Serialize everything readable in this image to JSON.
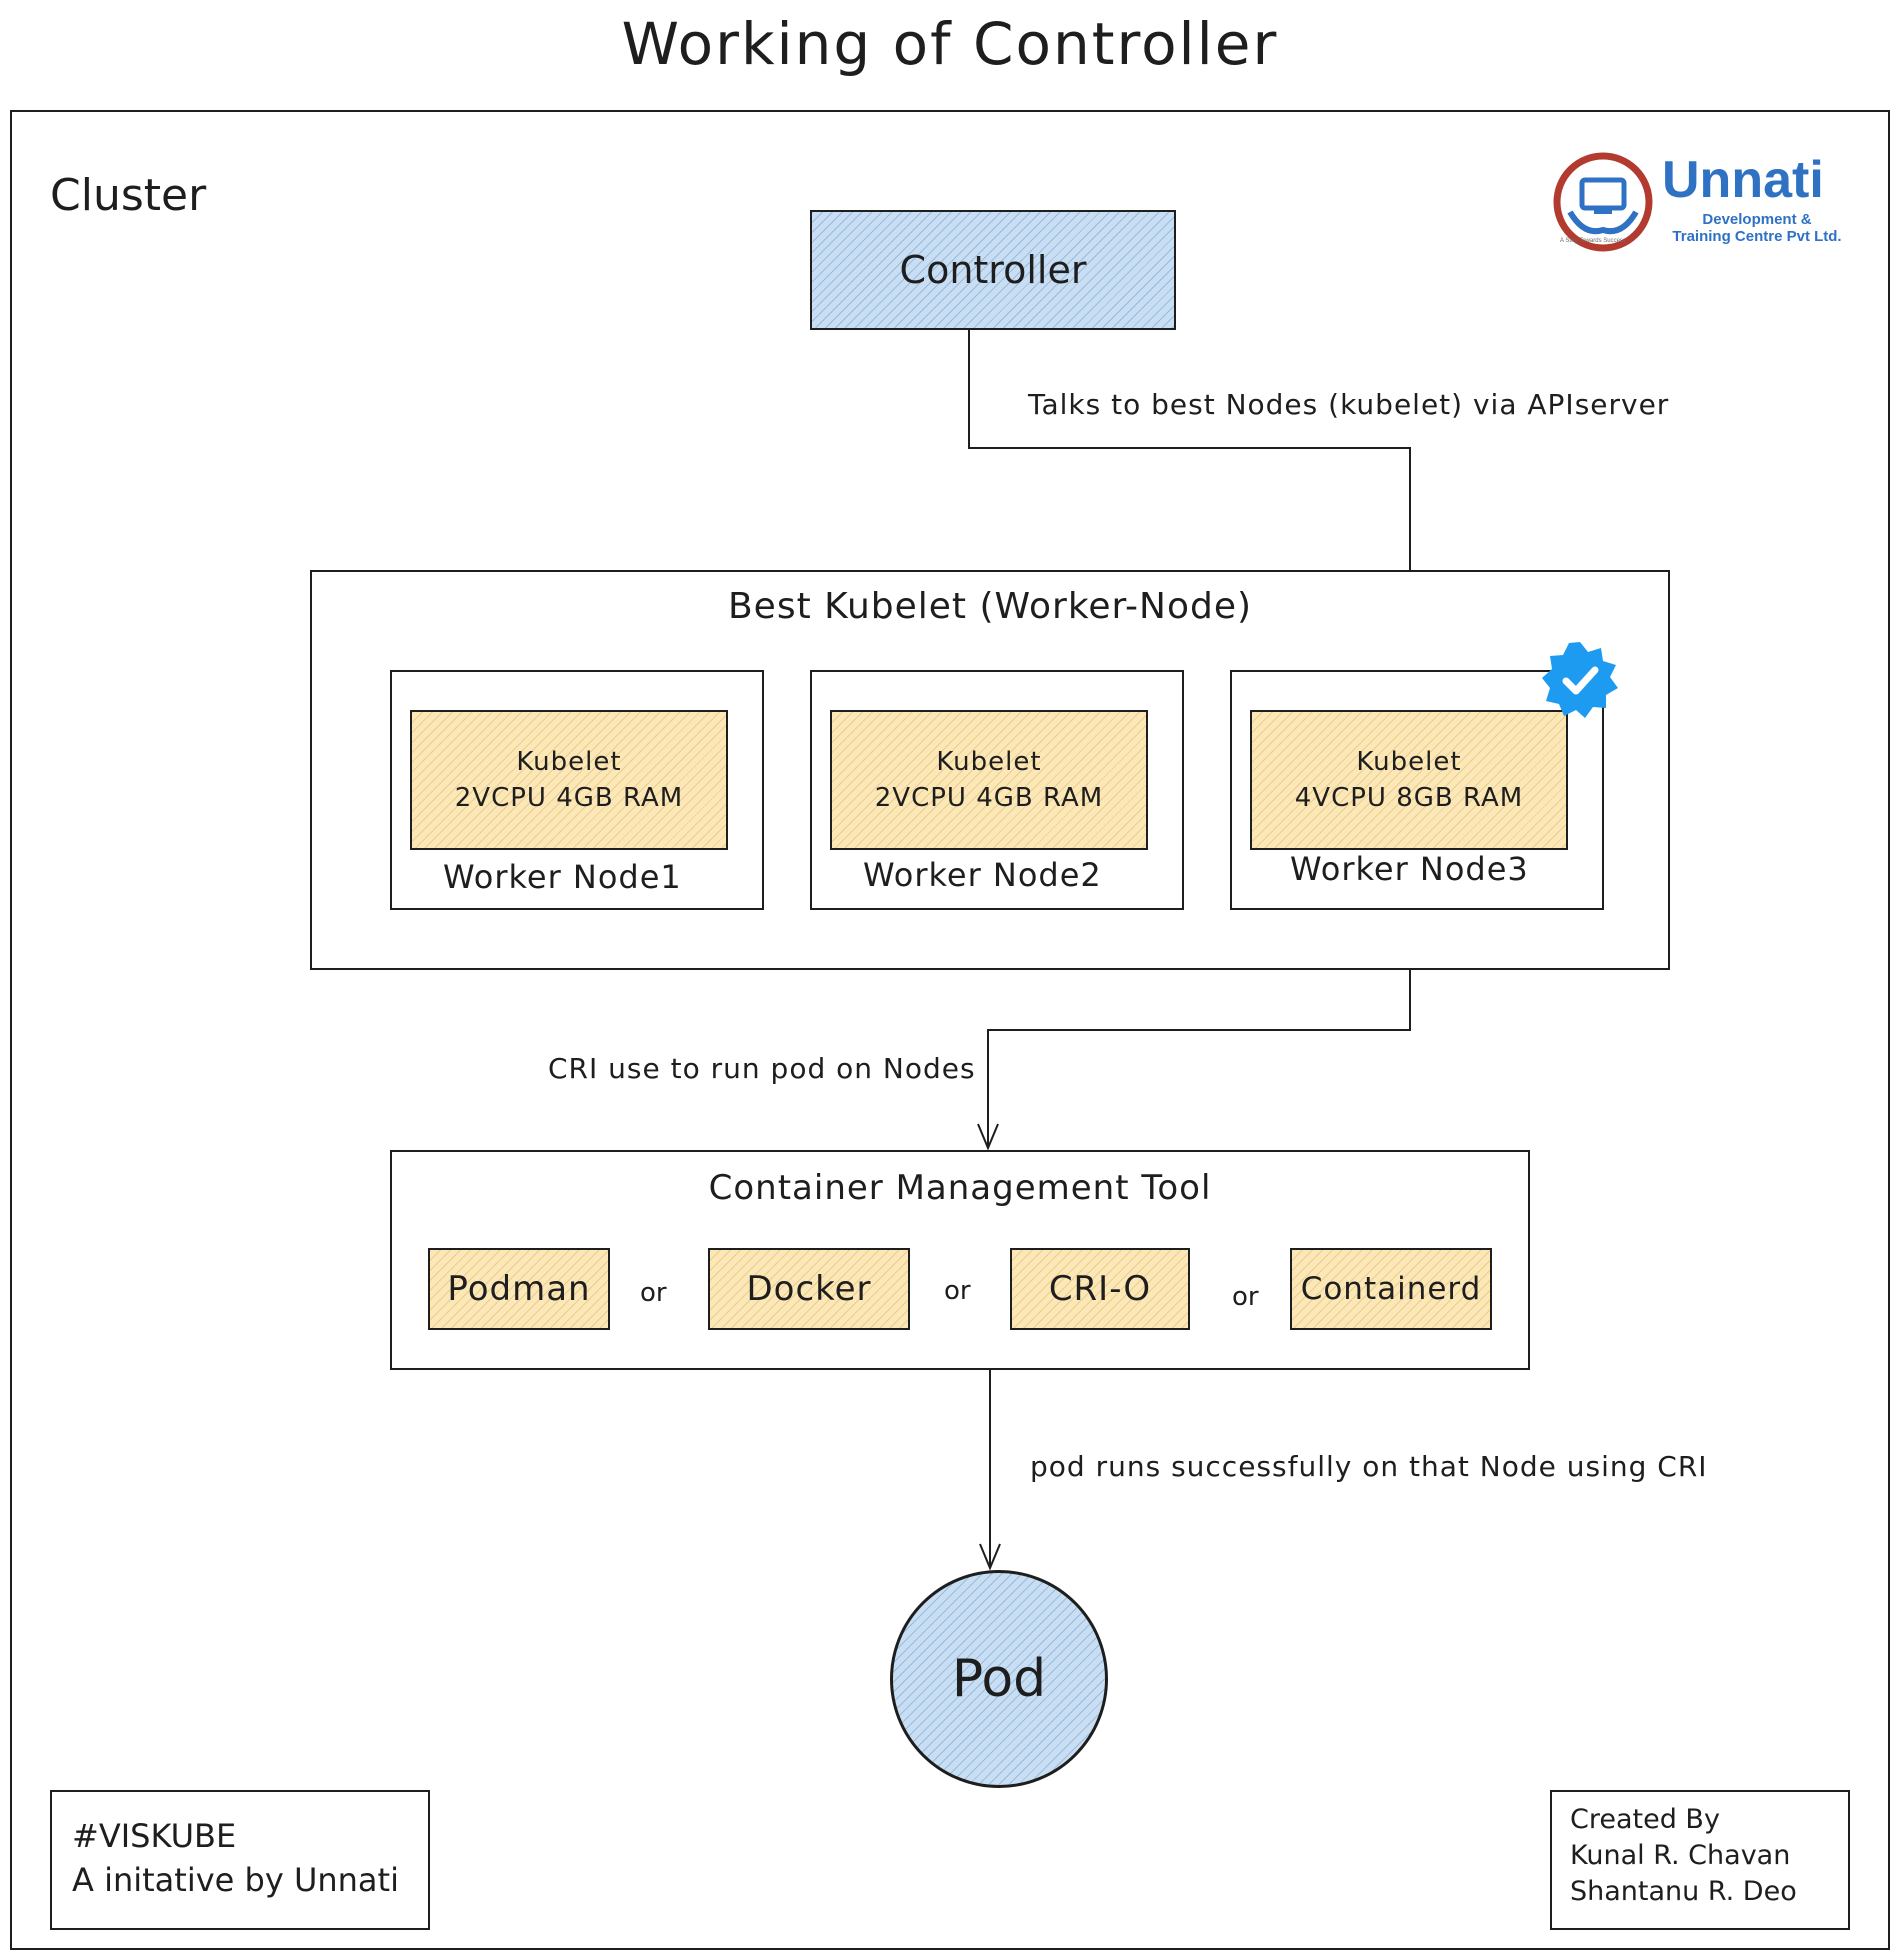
{
  "title": "Working of Controller",
  "cluster_label": "Cluster",
  "controller": {
    "label": "Controller"
  },
  "edge_labels": {
    "controller_to_node": "Talks to best Nodes (kubelet) via APIserver",
    "node_to_cmt": "CRI use to run pod on Nodes",
    "cmt_to_pod": "pod runs successfully on that Node using CRI"
  },
  "best_kubelet": {
    "title": "Best Kubelet (Worker-Node)",
    "nodes": [
      {
        "kubelet": "Kubelet",
        "spec": "2VCPU 4GB RAM",
        "name": "Worker Node1"
      },
      {
        "kubelet": "Kubelet",
        "spec": "2VCPU 4GB RAM",
        "name": "Worker Node2"
      },
      {
        "kubelet": "Kubelet",
        "spec": "4VCPU 8GB RAM",
        "name": "Worker Node3"
      }
    ]
  },
  "container_management": {
    "title": "Container Management Tool",
    "tools": [
      "Podman",
      "Docker",
      "CRI-O",
      "Containerd"
    ],
    "separators": [
      "or",
      "or",
      "or"
    ]
  },
  "pod": {
    "label": "Pod"
  },
  "footer_left": {
    "line1": "#VISKUBE",
    "line2": "A initative by Unnati"
  },
  "footer_right": {
    "line1": "Created By",
    "line2": "Kunal R. Chavan",
    "line3": "Shantanu R. Deo"
  },
  "logo": {
    "name": "Unnati",
    "subtitle_line1": "Development &",
    "subtitle_line2": "Training Centre Pvt Ltd.",
    "tagline": "A Step Towards Success"
  },
  "icons": {
    "verified": "verified-badge-icon"
  },
  "colors": {
    "blue_fill": "#c9def2",
    "yellow_fill": "#fbe7b8",
    "badge": "#1d9bf0",
    "logo": "#2f72c4"
  }
}
